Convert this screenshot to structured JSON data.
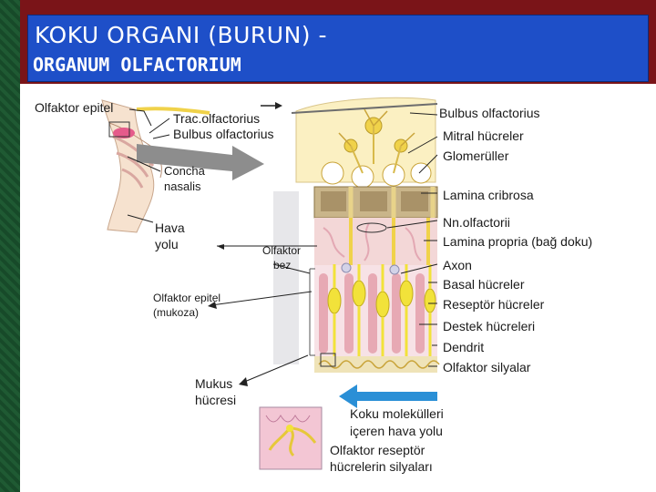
{
  "title": {
    "line1": "KOKU ORGANI (BURUN) -",
    "line2": "ORGANUM OLFACTORIUM"
  },
  "left_labels": {
    "olfaktor_epitel": "Olfaktor epitel",
    "trac_olfactorius": "Trac.olfactorius",
    "bulbus_olfactorius_left": "Bulbus olfactorius",
    "concha_line1": "Concha",
    "concha_line2": "nasalis",
    "hava_line1": "Hava",
    "hava_line2": "yolu",
    "olfaktor_bez_line1": "Olfaktor",
    "olfaktor_bez_line2": "bez",
    "epitel_mukoza_line1": "Olfaktor epitel",
    "epitel_mukoza_line2": "(mukoza)",
    "mukus_line1": "Mukus",
    "mukus_line2": "hücresi"
  },
  "right_labels": [
    "Bulbus olfactorius",
    "Mitral hücreler",
    "Glomerüller",
    "Lamina cribrosa",
    "Nn.olfactorii",
    "Lamina propria (bağ doku)",
    "Axon",
    "Basal hücreler",
    "Reseptör hücreler",
    "Destek hücreleri",
    "Dendrit",
    "Olfaktor silyalar"
  ],
  "bottom_labels": {
    "koku_line1": "Koku molekülleri",
    "koku_line2": "içeren hava yolu",
    "reseptor_line1": "Olfaktor reseptör",
    "reseptor_line2": "hücrelerin silyaları"
  },
  "colors": {
    "title_band": "#7a1418",
    "title_box": "#1e4fc8",
    "side_bar": "#1f5a33",
    "receptor_cell": "#f2e23a",
    "support_cell": "#e7a9b4",
    "bone": "#c9b58a",
    "airflow_arrow": "#2a8fd6"
  }
}
